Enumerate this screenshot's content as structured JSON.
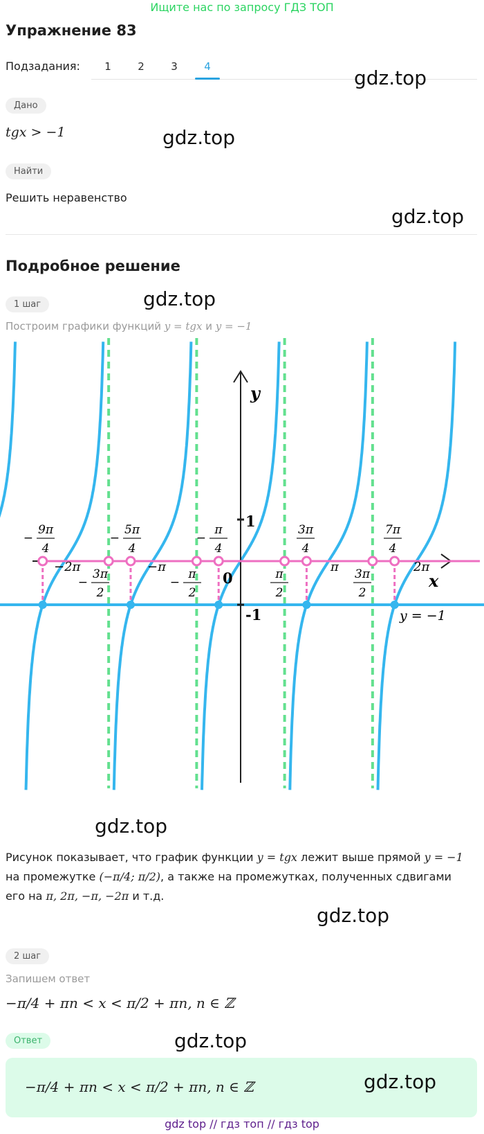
{
  "banner": "Ищите нас по запросу ГДЗ ТОП",
  "title": "Упражнение 83",
  "subtasks": {
    "label": "Подзадания:",
    "items": [
      "1",
      "2",
      "3",
      "4"
    ],
    "active": "4"
  },
  "given": {
    "pill": "Дано",
    "expr": "tgx > −1"
  },
  "find": {
    "pill": "Найти",
    "text": "Решить неравенство"
  },
  "watermark": "gdz.top",
  "solution": {
    "heading": "Подробное решение",
    "step1": {
      "pill": "1 шаг",
      "intro_a": "Построим графики функций",
      "intro_m1": "y = tgx",
      "intro_b": "и",
      "intro_m2": "y = −1"
    },
    "graph": {
      "y_label": "y",
      "x_label": "x",
      "origin": "0",
      "tick_1": "1",
      "tick_m1": "-1",
      "line_label": "y = −1",
      "pi": "π",
      "neg_pi": "−π",
      "two_pi": "2π",
      "neg_two_pi": "−2π",
      "colors": {
        "curve": "#35b6ee",
        "line": "#35b6ee",
        "asymptote": "#63e08f",
        "axis_points": "#ee6fc1",
        "axis": "#222222"
      }
    },
    "conclusion": {
      "p1": "Рисунок показывает, что график функции",
      "m1": "y = tgx",
      "p2": "лежит выше прямой",
      "m2": "y = −1",
      "p3": "на промежутке",
      "m3": "(−π/4; π/2)",
      "p4": ", а также на промежутках, полученных сдвигами его на",
      "m4": "π, 2π, −π, −2π",
      "p5": "и т.д."
    },
    "step2": {
      "pill": "2 шаг",
      "intro": "Запишем ответ",
      "result": "−π/4 + πn < x < π/2 + πn, n ∈ ℤ"
    }
  },
  "answer": {
    "pill": "Ответ",
    "result": "−π/4 + πn < x < π/2 + πn, n ∈ ℤ"
  },
  "footer": "gdz top // гдз топ // гдз top"
}
